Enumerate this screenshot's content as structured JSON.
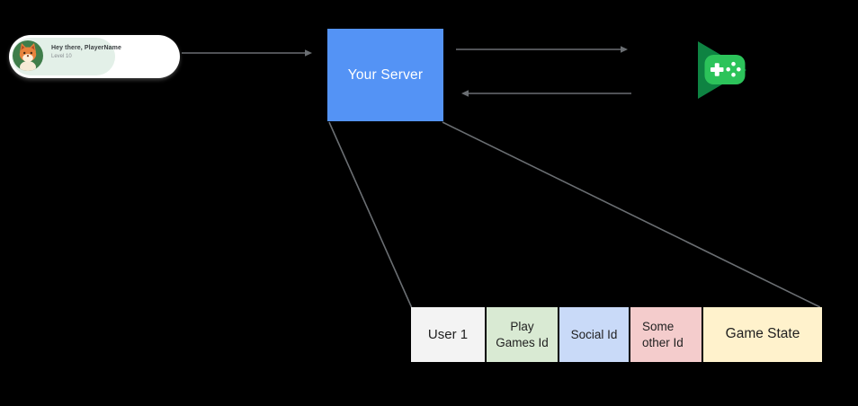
{
  "diagram": {
    "background": "#000000",
    "connection_color": "#6a6e72"
  },
  "player_card": {
    "greeting": "Hey there, PlayerName",
    "level": "Level 10",
    "avatar_icon": "fox-avatar",
    "colors": {
      "card_bg": "#ffffff",
      "banner_bg": "#e3f0e8",
      "greeting_text": "#3c4043",
      "level_text": "#878d91",
      "avatar_bg": "#3f7d4a"
    }
  },
  "server": {
    "label": "Your Server",
    "colors": {
      "bg": "#5493f5",
      "text": "#ffffff"
    }
  },
  "play_games": {
    "icon": "google-play-games-logo",
    "colors": {
      "triangle": "#0e8342",
      "gamepad": "#2cc35a",
      "details": "#ffffff"
    }
  },
  "connections": [
    {
      "from": "player-card",
      "to": "your-server",
      "style": "arrow-right"
    },
    {
      "from": "your-server",
      "to": "play-games",
      "style": "arrow-right"
    },
    {
      "from": "play-games",
      "to": "your-server",
      "style": "arrow-left"
    },
    {
      "from": "your-server",
      "to": "user-record-table",
      "style": "projection-lines"
    }
  ],
  "user_record_table": {
    "border_color": "#000000",
    "text_color": "#1f1f1f",
    "cells": [
      {
        "label": "User 1",
        "bg": "#f3f3f3"
      },
      {
        "label": "Play Games Id",
        "bg": "#d9ead3"
      },
      {
        "label": "Social Id",
        "bg": "#c9daf8"
      },
      {
        "label": "Some other Id",
        "bg": "#f4cccc"
      },
      {
        "label": "Game State",
        "bg": "#fff2cc"
      }
    ]
  }
}
